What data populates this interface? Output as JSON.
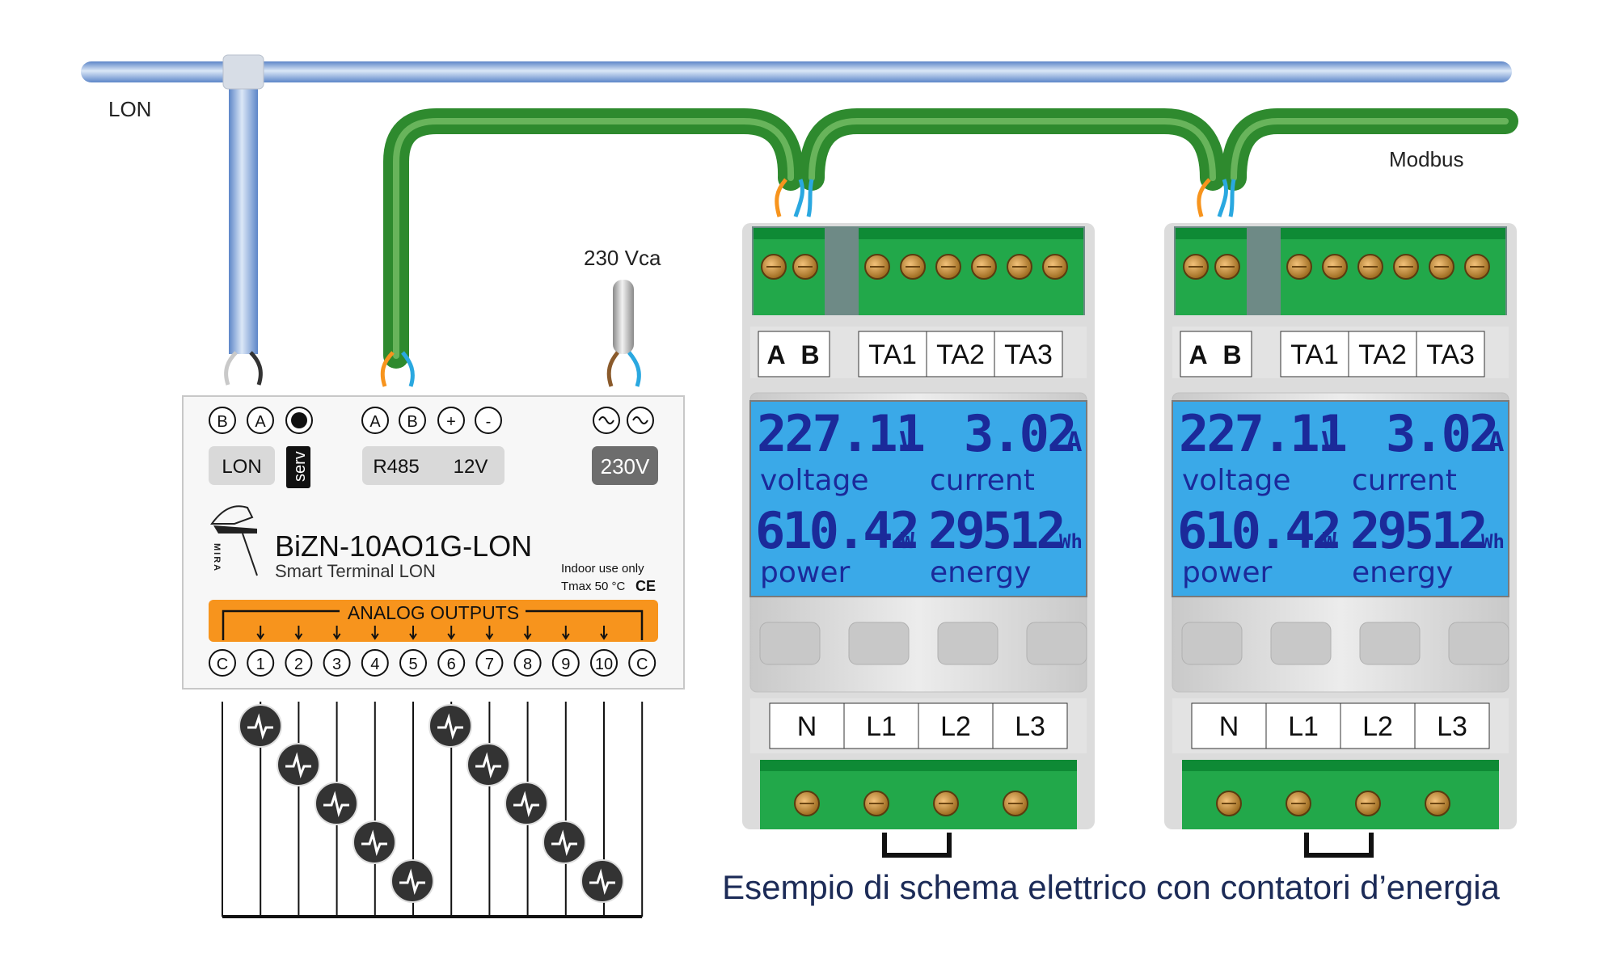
{
  "bus": {
    "lon_label": "LON",
    "modbus_label": "Modbus",
    "supply_label": "230 Vca"
  },
  "controller": {
    "title": "BiZN-10AO1G-LON",
    "subtitle": "Smart Terminal LON",
    "indoor": "Indoor use only",
    "tmax": "Tmax 50 °C",
    "ce_mark": "CE",
    "logo_letters": "MIRA",
    "top_terminals": [
      "B",
      "A",
      "A",
      "B",
      "+",
      "-"
    ],
    "tag_lon": "LON",
    "tag_serv": "serv",
    "tag_r485": "R485",
    "tag_12v": "12V",
    "tag_230v": "230V",
    "outputs_title": "ANALOG OUTPUTS",
    "bottom_terminals": [
      "C",
      "1",
      "2",
      "3",
      "4",
      "5",
      "6",
      "7",
      "8",
      "9",
      "10",
      "C"
    ]
  },
  "meters": [
    {
      "top_labels": [
        "A",
        "B",
        "TA1",
        "TA2",
        "TA3"
      ],
      "voltage_value": "227.11",
      "voltage_unit": "V",
      "voltage_label": "voltage",
      "current_value": "3.02",
      "current_unit": "A",
      "current_label": "current",
      "power_value": "610.42",
      "power_unit": "W",
      "power_label": "power",
      "energy_value": "29512",
      "energy_unit": "Wh",
      "energy_label": "energy",
      "bottom_labels": [
        "N",
        "L1",
        "L2",
        "L3"
      ]
    },
    {
      "top_labels": [
        "A",
        "B",
        "TA1",
        "TA2",
        "TA3"
      ],
      "voltage_value": "227.11",
      "voltage_unit": "V",
      "voltage_label": "voltage",
      "current_value": "3.02",
      "current_unit": "A",
      "current_label": "current",
      "power_value": "610.42",
      "power_unit": "W",
      "power_label": "power",
      "energy_value": "29512",
      "energy_unit": "Wh",
      "energy_label": "energy",
      "bottom_labels": [
        "N",
        "L1",
        "L2",
        "L3"
      ]
    }
  ],
  "caption": "Esempio di schema elettrico con contatori d’energia",
  "colors": {
    "lon_cable": "#7fa3d6",
    "modbus_cable": "#2e8a2e",
    "terminal_green": "#22a84a",
    "lcd_bg": "#3aa9e8",
    "lcd_text": "#1b2a9a",
    "outputs_bar": "#f7941d",
    "caption": "#1c2b57"
  }
}
